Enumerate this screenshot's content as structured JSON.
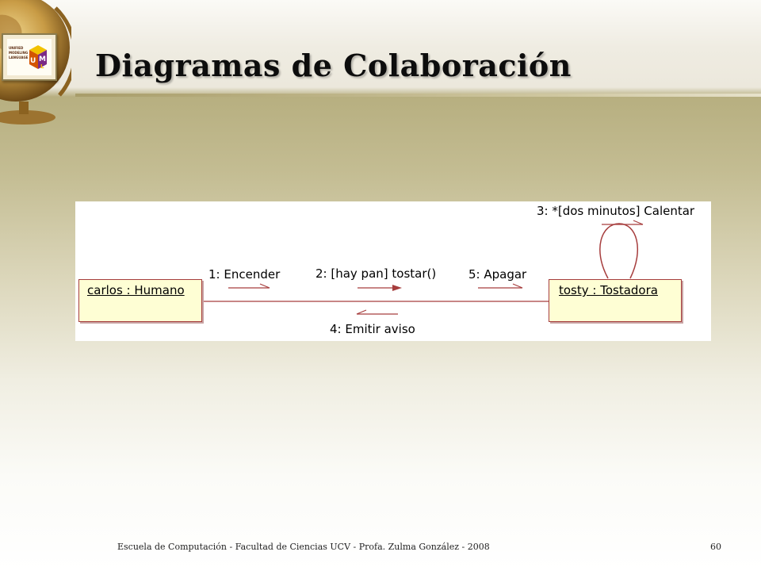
{
  "slide": {
    "title": "Diagramas de Colaboración",
    "footer": "Escuela de Computación - Facultad de Ciencias UCV - Profa. Zulma González - 2008",
    "page_number": "60"
  },
  "logo": {
    "line1": "UNIFIED",
    "line2": "MODELING",
    "line3": "LANGUAGE",
    "mark": "UML"
  },
  "diagram": {
    "objects": [
      {
        "name": "carlos : Humano"
      },
      {
        "name": "tosty : Tostadora"
      }
    ],
    "messages": [
      {
        "label": "1: Encender",
        "direction": "right"
      },
      {
        "label": "2: [hay pan] tostar()",
        "direction": "right"
      },
      {
        "label": "3: *[dos minutos] Calentar",
        "direction": "self"
      },
      {
        "label": "4: Emitir aviso",
        "direction": "left"
      },
      {
        "label": "5: Apagar",
        "direction": "right"
      }
    ],
    "colors": {
      "object_fill": "#fefed4",
      "object_border": "#a63d3d",
      "link_line": "#a63d3d",
      "arrow": "#a63d3d"
    }
  }
}
